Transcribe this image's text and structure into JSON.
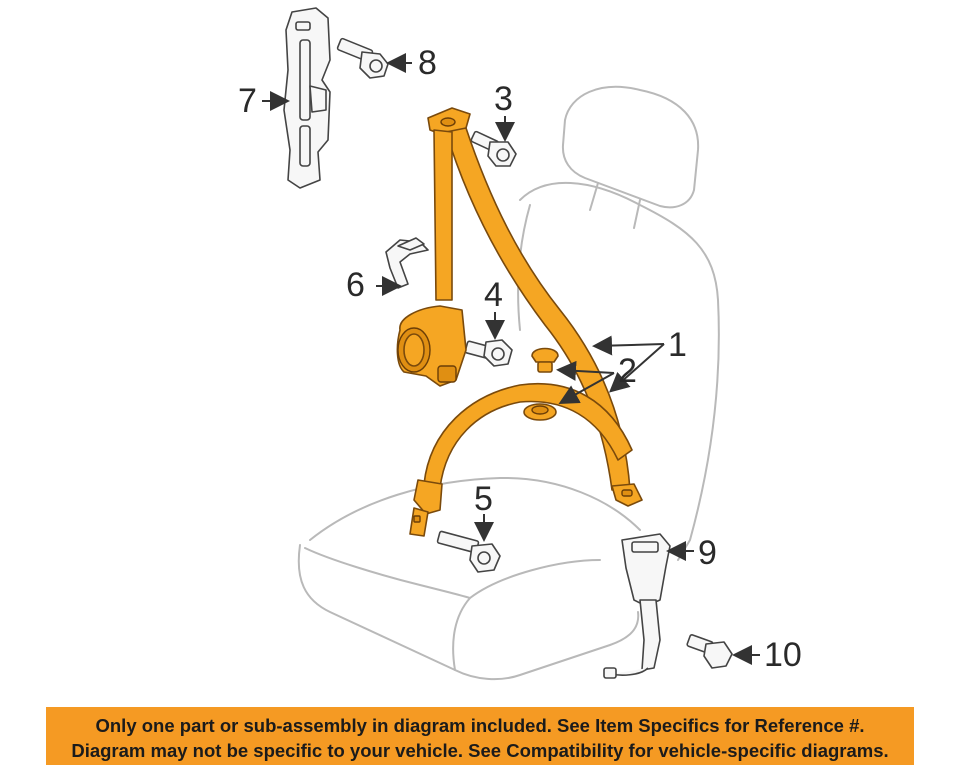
{
  "callouts": {
    "c1": "1",
    "c2": "2",
    "c3": "3",
    "c4": "4",
    "c5": "5",
    "c6": "6",
    "c7": "7",
    "c8": "8",
    "c9": "9",
    "c10": "10"
  },
  "banner": {
    "line1": "Only one part or sub-assembly in diagram included. See Item Specifics for Reference #.",
    "line2": "Diagram may not be specific to your vehicle. See Compatibility for vehicle-specific diagrams."
  },
  "colors": {
    "belt": "#f5a623",
    "banner": "#f59a23",
    "outline": "#b9b9b9"
  }
}
